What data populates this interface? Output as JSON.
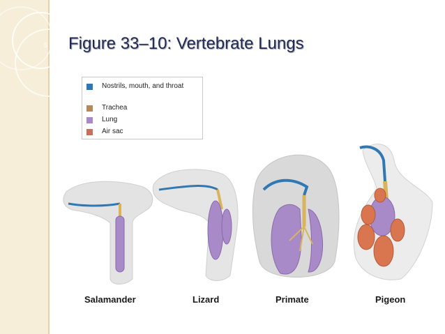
{
  "slide": {
    "number": "5",
    "title": "Figure 33–10: Vertebrate Lungs"
  },
  "legend": {
    "items": [
      {
        "label": "Nostrils, mouth, and throat",
        "color": "#2f78b4"
      },
      {
        "label": "Trachea",
        "color": "#b38a5a"
      },
      {
        "label": "Lung",
        "color": "#a98ac9"
      },
      {
        "label": "Air sac",
        "color": "#c9705a"
      }
    ]
  },
  "animals": {
    "salamander": "Salamander",
    "lizard": "Lizard",
    "primate": "Primate",
    "pigeon": "Pigeon"
  },
  "colors": {
    "title": "#1f2a5a",
    "airway": "#2f78b4",
    "trachea": "#d9b45a",
    "lung": "#a98ac9",
    "air_sac": "#d9764f",
    "band": "#f6eed8"
  }
}
